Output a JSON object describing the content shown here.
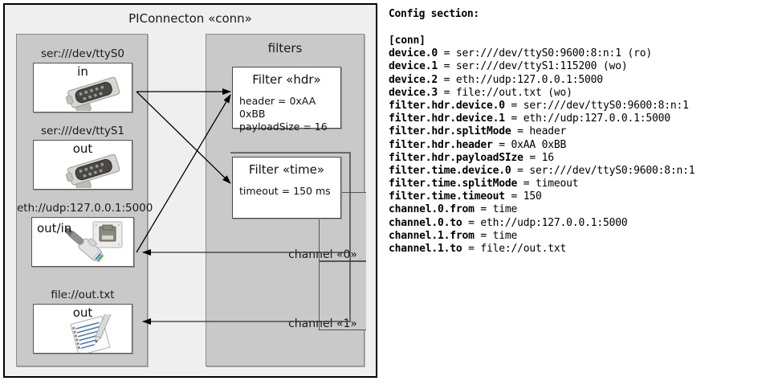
{
  "diagram": {
    "title": "PIConnecton «conn»",
    "devices_panel": {
      "name": "devices",
      "items": [
        {
          "label": "ser:///dev/ttyS0",
          "io": "in",
          "icon": "serial-port-icon"
        },
        {
          "label": "ser:///dev/ttyS1",
          "io": "out",
          "icon": "serial-port-icon"
        },
        {
          "label": "eth://udp:127.0.0.1:5000",
          "io": "out/in",
          "icon": "ethernet-jack-icon"
        },
        {
          "label": "file://out.txt",
          "io": "out",
          "icon": "text-file-icon"
        }
      ]
    },
    "filters_panel": {
      "title": "filters",
      "filters": [
        {
          "title": "Filter «hdr»",
          "props": [
            "header = 0xAA 0xBB",
            "payloadSize = 16"
          ]
        },
        {
          "title": "Filter «time»",
          "props": [
            "timeout = 150 ms"
          ]
        }
      ],
      "channels": [
        {
          "label": "channel «0»"
        },
        {
          "label": "channel «1»"
        }
      ]
    }
  },
  "config": {
    "heading": "Config section:",
    "lines": [
      {
        "key": "[conn]",
        "val": ""
      },
      {
        "key": "device.0",
        "val": " = ser:///dev/ttyS0:9600:8:n:1 (ro)"
      },
      {
        "key": "device.1",
        "val": " = ser:///dev/ttyS1:115200 (wo)"
      },
      {
        "key": "device.2",
        "val": " = eth://udp:127.0.0.1:5000"
      },
      {
        "key": "device.3",
        "val": " = file://out.txt (wo)"
      },
      {
        "key": "filter.hdr.device.0",
        "val": " = ser:///dev/ttyS0:9600:8:n:1"
      },
      {
        "key": "filter.hdr.device.1",
        "val": " = eth://udp:127.0.0.1:5000"
      },
      {
        "key": "filter.hdr.splitMode",
        "val": " = header"
      },
      {
        "key": "filter.hdr.header",
        "val": " = 0xAA 0xBB"
      },
      {
        "key": "filter.hdr.payloadSIze",
        "val": " = 16"
      },
      {
        "key": "filter.time.device.0",
        "val": " = ser:///dev/ttyS0:9600:8:n:1"
      },
      {
        "key": "filter.time.splitMode",
        "val": " = timeout"
      },
      {
        "key": "filter.time.timeout",
        "val": " = 150"
      },
      {
        "key": "channel.0.from",
        "val": " = time"
      },
      {
        "key": "channel.0.to",
        "val": " = eth://udp:127.0.0.1:5000"
      },
      {
        "key": "channel.1.from",
        "val": " = time"
      },
      {
        "key": "channel.1.to",
        "val": " = file://out.txt"
      }
    ]
  },
  "colors": {
    "page_bg": "#ffffff",
    "outer_panel_bg": "#efefef",
    "group_panel_bg": "#c9c9c9",
    "box_bg": "#ffffff",
    "border_dark": "#000000",
    "text": "#1a1a1a"
  }
}
